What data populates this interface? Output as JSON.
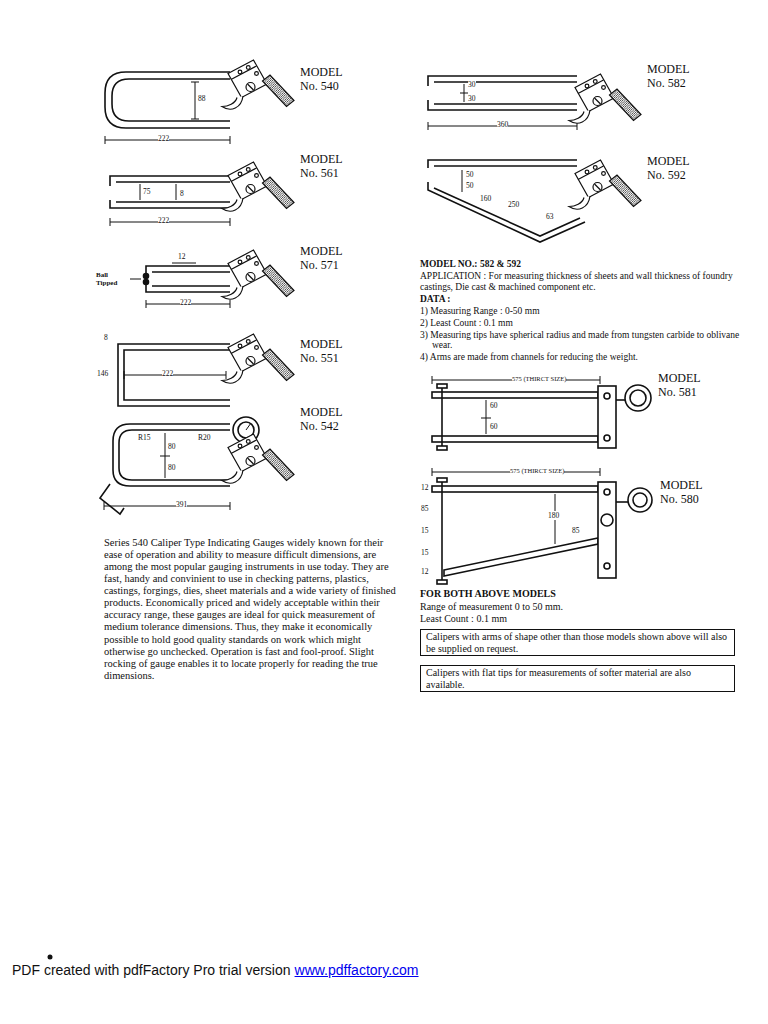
{
  "diagram": {
    "nodes": [
      {
        "text": [
          "Calipers with arms of shape other than those models shown above will also be supplied on request."
        ]
      },
      {
        "text": [
          "Calipers with flat tips for measurements of softer material are also available."
        ]
      }
    ],
    "labels": [
      "MODEL No. 540",
      "88",
      "222",
      "MODEL No. 561",
      "75",
      "8",
      "222",
      "MODEL No. 571",
      "12",
      "Ball Tipped",
      "222",
      "MODEL No. 551",
      "8",
      "146",
      "222",
      "MODEL No. 542",
      "R15",
      "80",
      "R20",
      "80",
      "391",
      "Series 540 Caliper Type Indicating Gauges widely known for their ease of operation and ability to measure difficult dimensions, are among the most popular gauging instruments in use today. They are fast, handy and convinient to use in checking patterns, plastics, castings, forgings, dies, sheet materials and a wide variety of finished products. Economically priced and widely acceptable within their accuracy range, these gauges are ideal for quick measurement of medium tolerance dimensions. Thus, they make it economically possible to hold good quality standards on work which might otherwise go unchecked. Operation is fast and fool-proof. Slight rocking of gauge enables it to locate properly for reading the true dimensions.",
      "MODEL No. 582",
      "30",
      "30",
      "360",
      "MODEL No. 592",
      "50",
      "50",
      "160",
      "250",
      "63",
      "MODEL NO.: 582 & 592",
      "APPLICATION : For measuring thickness of sheets and wall thickness of foundry castings, Die cast & machined component etc.",
      "DATA :",
      "1) Measuring Range : 0-50 mm",
      "2) Least Count : 0.1 mm",
      "3) Measuring tips have spherical radius and made from tungsten carbide to oblivane wear.",
      "4) Arms are made from channels for reducing the weight.",
      "575 (THIRCT SIZE)",
      "60",
      "60",
      "MODEL No. 581",
      "575 (THIRCT SIZE)",
      "MODEL No. 580",
      "12",
      "85",
      "15",
      "180",
      "85",
      "15",
      "12",
      "FOR BOTH ABOVE MODELS",
      "Range of measurement 0 to 50 mm.",
      "Least Count : 0.1 mm",
      "PDF created with pdfFactory Pro trial version",
      "www.pdffactory.com"
    ]
  }
}
